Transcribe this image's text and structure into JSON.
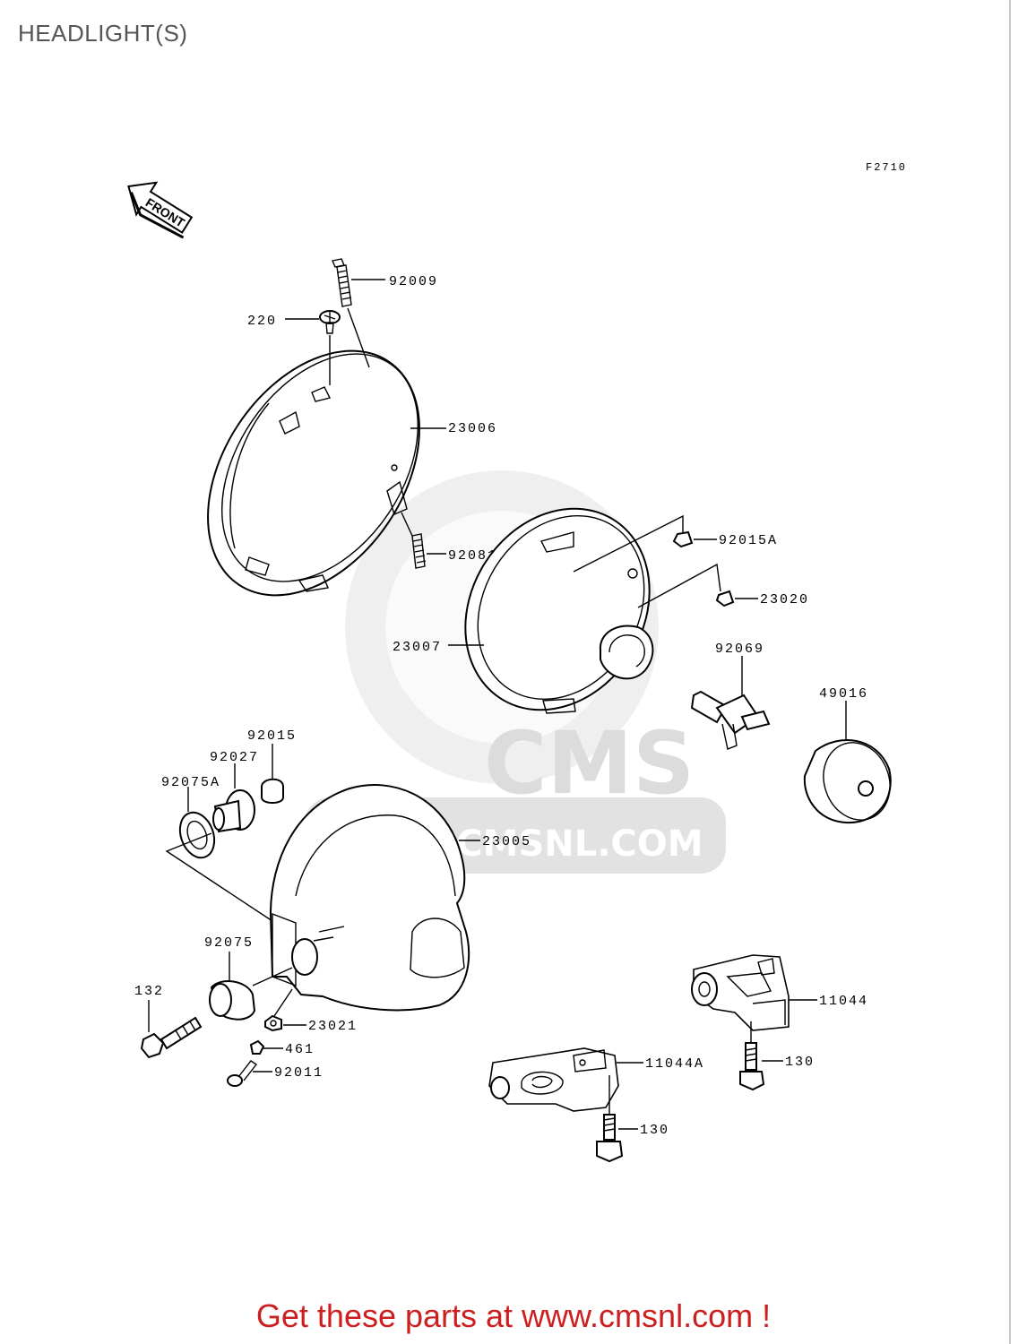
{
  "page": {
    "title": "HEADLIGHT(S)",
    "figure_code": "F2710",
    "front_arrow_text": "FRONT",
    "footer_text": "Get these parts at www.cmsnl.com !",
    "watermark_brand": "CMS",
    "watermark_url": "WWW.CMSNL.COM"
  },
  "parts": [
    {
      "id": "92009",
      "label": "92009"
    },
    {
      "id": "220",
      "label": "220"
    },
    {
      "id": "23006",
      "label": "23006"
    },
    {
      "id": "92081",
      "label": "92081"
    },
    {
      "id": "92015A",
      "label": "92015A"
    },
    {
      "id": "23020",
      "label": "23020"
    },
    {
      "id": "23007",
      "label": "23007"
    },
    {
      "id": "92069",
      "label": "92069"
    },
    {
      "id": "49016",
      "label": "49016"
    },
    {
      "id": "92015",
      "label": "92015"
    },
    {
      "id": "92027",
      "label": "92027"
    },
    {
      "id": "92075A",
      "label": "92075A"
    },
    {
      "id": "23005",
      "label": "23005"
    },
    {
      "id": "92075",
      "label": "92075"
    },
    {
      "id": "132",
      "label": "132"
    },
    {
      "id": "23021",
      "label": "23021"
    },
    {
      "id": "461",
      "label": "461"
    },
    {
      "id": "92011",
      "label": "92011"
    },
    {
      "id": "11044",
      "label": "11044"
    },
    {
      "id": "130a",
      "label": "130"
    },
    {
      "id": "11044A",
      "label": "11044A"
    },
    {
      "id": "130b",
      "label": "130"
    }
  ],
  "colors": {
    "ink": "#000000",
    "footer": "#cc1f1f",
    "watermark": "#e2e2e2",
    "title": "#555555"
  }
}
